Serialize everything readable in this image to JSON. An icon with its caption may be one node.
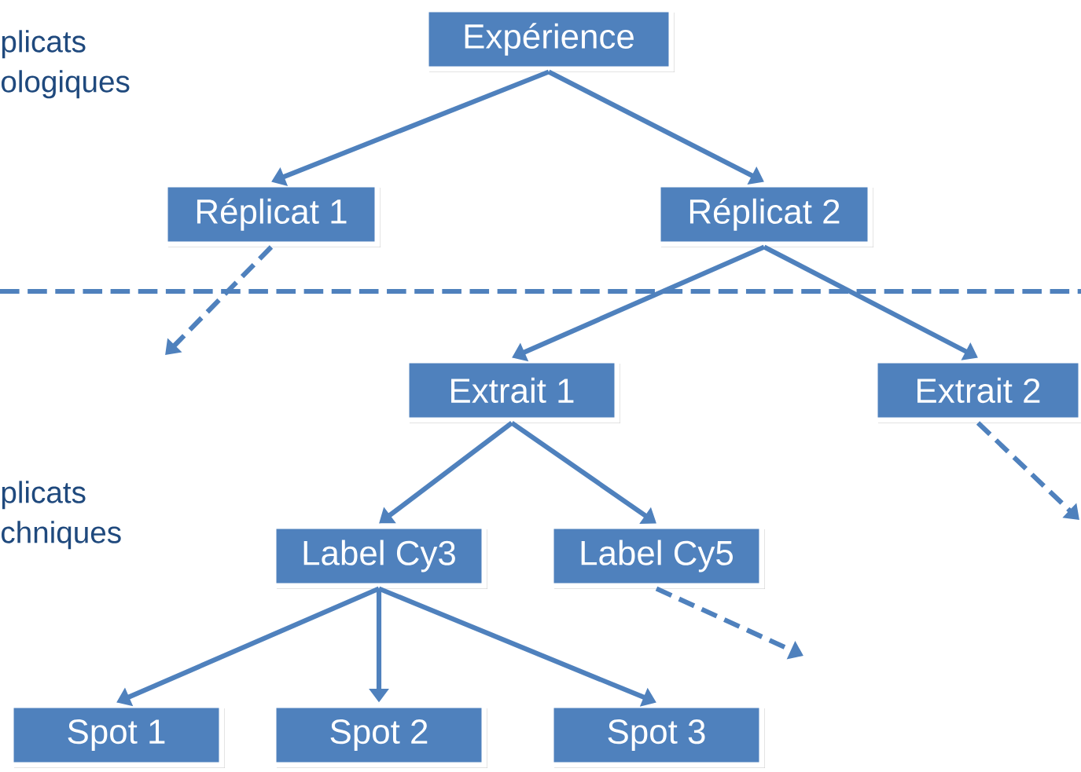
{
  "diagram": {
    "nodes": [
      {
        "text": [
          "Expérience"
        ]
      },
      {
        "text": [
          "Réplicat 1"
        ]
      },
      {
        "text": [
          "Réplicat 2"
        ]
      },
      {
        "text": [
          "Extrait 1"
        ]
      },
      {
        "text": [
          "Extrait 2"
        ]
      },
      {
        "text": [
          "Label Cy3"
        ]
      },
      {
        "text": [
          "Label Cy5"
        ]
      },
      {
        "text": [
          "Spot 1"
        ]
      },
      {
        "text": [
          "Spot 2"
        ]
      },
      {
        "text": [
          "Spot 3"
        ]
      }
    ],
    "edges": [
      {
        "from": 0,
        "to": 1,
        "arrow": "to"
      },
      {
        "from": 0,
        "to": 2,
        "arrow": "to"
      },
      {
        "from": 1,
        "to": null,
        "arrow": "to",
        "style": "dashed"
      },
      {
        "from": 2,
        "to": 3,
        "arrow": "to"
      },
      {
        "from": 2,
        "to": 4,
        "arrow": "to"
      },
      {
        "from": 4,
        "to": null,
        "arrow": "to",
        "style": "dashed"
      },
      {
        "from": 3,
        "to": 5,
        "arrow": "to"
      },
      {
        "from": 3,
        "to": 6,
        "arrow": "to"
      },
      {
        "from": 6,
        "to": null,
        "arrow": "to",
        "style": "dashed"
      },
      {
        "from": 5,
        "to": 7,
        "arrow": "to"
      },
      {
        "from": 5,
        "to": 8,
        "arrow": "to"
      },
      {
        "from": 5,
        "to": 9,
        "arrow": "to"
      }
    ],
    "labels": [
      "plicats ologiques",
      "plicats chniques"
    ]
  }
}
